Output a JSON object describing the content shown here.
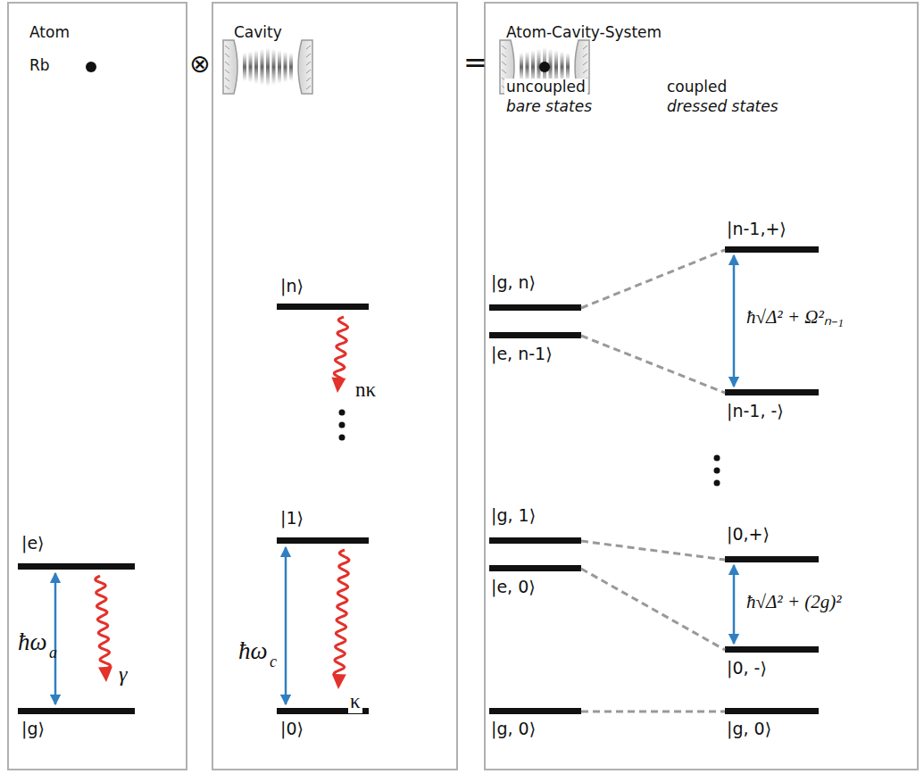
{
  "diagram": {
    "nodes": [
      {
        "text": [
          "Atom"
        ]
      },
      {
        "text": [
          "Cavity"
        ]
      },
      {
        "text": [
          "Atom-Cavity-System"
        ]
      }
    ],
    "labels": [
      "Rb",
      "|e⟩",
      "ħω",
      "a",
      "γ",
      "|g⟩",
      "|n⟩",
      "nκ",
      "|1⟩",
      "ħω",
      "c",
      "κ",
      "|0⟩",
      "uncoupled",
      "bare states",
      "coupled",
      "dressed states",
      "|g, n⟩",
      "|e, n-1⟩",
      "|n-1,+⟩",
      "ħ√Δ² + Ω²ₙ₋₁",
      "|n-1, -⟩",
      "|g, 1⟩",
      "|e, 0⟩",
      "|0,+⟩",
      "ħ√Δ² + (2g)²",
      "|0, -⟩",
      "|g, 0⟩",
      "|g, 0⟩",
      "⊗",
      "="
    ]
  }
}
